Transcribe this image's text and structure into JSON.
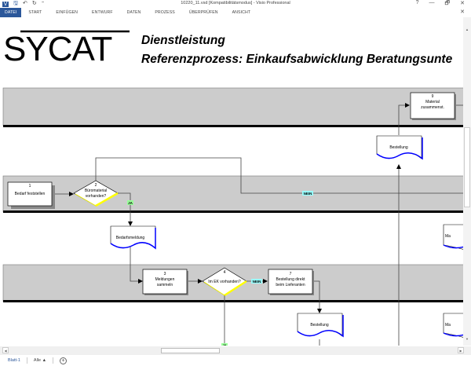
{
  "window": {
    "title": "10220_11.vsd  [Kompatibilitätsmodus] - Visio Professional",
    "help_label": "?",
    "minimize_label": "—",
    "restore_label": "🗗",
    "close_label": "✕",
    "ribbon_close_label": "✕"
  },
  "qat": {
    "app_icon": "V",
    "save_icon": "🖫",
    "undo_icon": "↶",
    "redo_icon": "↻",
    "customize_icon": "⁼"
  },
  "ribbon": {
    "tabs": [
      {
        "label": "DATEI",
        "active": true
      },
      {
        "label": "START"
      },
      {
        "label": "EINFÜGEN"
      },
      {
        "label": "ENTWURF"
      },
      {
        "label": "DATEN"
      },
      {
        "label": "PROZESS"
      },
      {
        "label": "ÜBERPRÜFEN"
      },
      {
        "label": "ANSICHT"
      }
    ]
  },
  "diagram": {
    "logo": "SYCAT",
    "title_line1": "Dienstleistung",
    "title_line2": "Referenzprozess: Einkaufsabwicklung Beratungsunte",
    "shapes": {
      "p1": {
        "number": "1",
        "label": "Bedarf feststellen"
      },
      "d2": {
        "number": "2",
        "label1": "Büromaterial",
        "label2": "vorhanden?"
      },
      "p3": {
        "number": "3",
        "label1": "Meldungen",
        "label2": "sammeln"
      },
      "d4": {
        "number": "4",
        "label": "Im EK vorhanden?"
      },
      "p7": {
        "number": "7",
        "label1": "Bestellung direkt",
        "label2": "beim Lieferanten"
      },
      "p9": {
        "number": "9",
        "label1": "Material",
        "label2": "zusammenst."
      },
      "doc_bedarfsmeldung": "Bedarfsmeldung",
      "doc_bestellung_top": "Bestellung",
      "doc_bestellung_bottom": "Bestellung",
      "doc_right_1": "Ma",
      "doc_right_2": "Ma"
    },
    "labels": {
      "ja_1": "JA",
      "nein_1": "NEIN",
      "nein_2": "NEIN",
      "ja_2": "JA"
    },
    "colors": {
      "lane_fill": "#cccccc",
      "lane_border": "#000000",
      "document_accent": "#0000ff",
      "decision_accent": "#ffff00",
      "ja_badge": "#99ff99",
      "nein_badge": "#99ffff"
    }
  },
  "statusbar": {
    "sheet_tab": "Blatt-1",
    "all_label": "Alle ▲",
    "add_sheet_icon": "+"
  },
  "scroll": {
    "up": "▲",
    "down": "▼",
    "left": "◀",
    "right": "▶"
  }
}
